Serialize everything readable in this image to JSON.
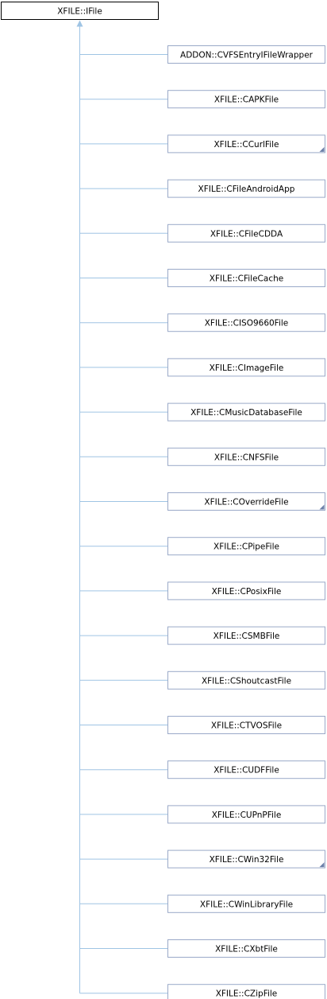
{
  "diagram": {
    "root": {
      "label": "XFILE::IFile"
    },
    "children": [
      {
        "label": "ADDON::CVFSEntryIFileWrapper",
        "has_more": false
      },
      {
        "label": "XFILE::CAPKFile",
        "has_more": false
      },
      {
        "label": "XFILE::CCurlFile",
        "has_more": true
      },
      {
        "label": "XFILE::CFileAndroidApp",
        "has_more": false
      },
      {
        "label": "XFILE::CFileCDDA",
        "has_more": false
      },
      {
        "label": "XFILE::CFileCache",
        "has_more": false
      },
      {
        "label": "XFILE::CISO9660File",
        "has_more": false
      },
      {
        "label": "XFILE::CImageFile",
        "has_more": false
      },
      {
        "label": "XFILE::CMusicDatabaseFile",
        "has_more": false
      },
      {
        "label": "XFILE::CNFSFile",
        "has_more": false
      },
      {
        "label": "XFILE::COverrideFile",
        "has_more": true
      },
      {
        "label": "XFILE::CPipeFile",
        "has_more": false
      },
      {
        "label": "XFILE::CPosixFile",
        "has_more": false
      },
      {
        "label": "XFILE::CSMBFile",
        "has_more": false
      },
      {
        "label": "XFILE::CShoutcastFile",
        "has_more": false
      },
      {
        "label": "XFILE::CTVOSFile",
        "has_more": false
      },
      {
        "label": "XFILE::CUDFFile",
        "has_more": false
      },
      {
        "label": "XFILE::CUPnPFile",
        "has_more": false
      },
      {
        "label": "XFILE::CWin32File",
        "has_more": true
      },
      {
        "label": "XFILE::CWinLibraryFile",
        "has_more": false
      },
      {
        "label": "XFILE::CXbtFile",
        "has_more": false
      },
      {
        "label": "XFILE::CZipFile",
        "has_more": false
      }
    ],
    "colors": {
      "edge": "#9fc4e4",
      "root_border": "#000000",
      "child_border": "#9aa9c8",
      "more_marker": "#6b7fa8"
    }
  }
}
